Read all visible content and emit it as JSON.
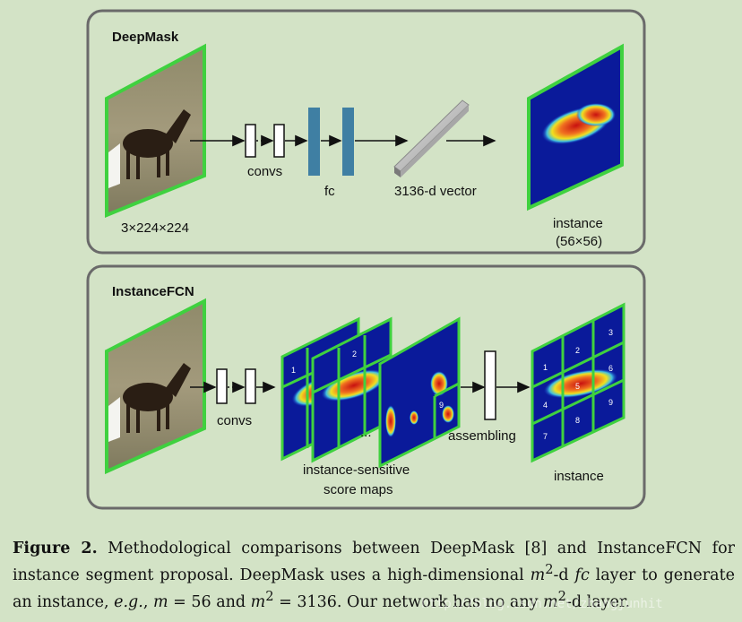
{
  "deepmask": {
    "title": "DeepMask",
    "input_label": "3×224×224",
    "convs_label": "convs",
    "fc_label": "fc",
    "vector_label": "3136-d vector",
    "output_label_1": "instance",
    "output_label_2": "(56×56)"
  },
  "instancefcn": {
    "title": "InstanceFCN",
    "convs_label": "convs",
    "maps_label_1": "instance-sensitive",
    "maps_label_2": "score maps",
    "ellipsis": "...",
    "assembling_label": "assembling",
    "output_label": "instance",
    "grid_numbers": [
      "1",
      "2",
      "3",
      "4",
      "5",
      "6",
      "7",
      "8",
      "9"
    ]
  },
  "caption": {
    "figure_label": "Figure 2.",
    "text_1": " Methodological comparisons between DeepMask [8] and InstanceFCN for instance segment proposal. DeepMask uses a high-dimensional ",
    "m2": "m",
    "sup": "2",
    "text_2": "-d ",
    "fc": "fc",
    "text_3": " layer to generate an instance, ",
    "eg": "e.g.",
    "text_4": ", ",
    "m_eq": "m",
    "text_5": " = 56 and ",
    "m2b": "m",
    "sup2": "2",
    "text_6": " = 3136. Our network has no any ",
    "m2c": "m",
    "sup3": "2",
    "text_7": "-d layer."
  },
  "watermark": "http://blog.csdn.net/zhangjunhit",
  "colors": {
    "background": "#d3e3c6",
    "panel_border": "#666666",
    "green_frame": "#3fd13f",
    "fc_blue": "#3f7fa3",
    "heat_blue": "#0a1a9a"
  }
}
